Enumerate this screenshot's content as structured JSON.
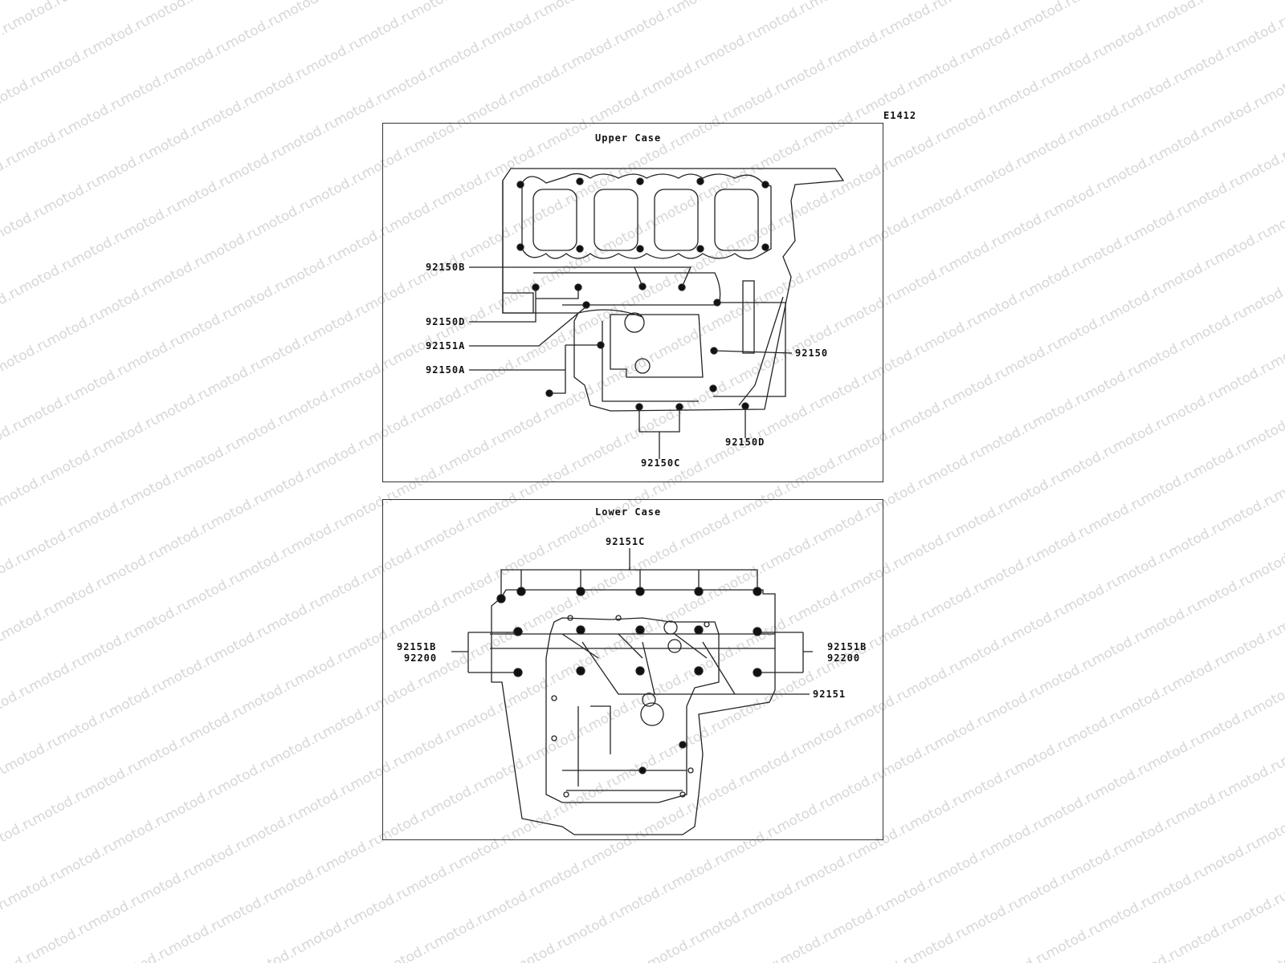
{
  "diagram_code": "E1412",
  "watermark": "motod.ru",
  "upper_case": {
    "title": "Upper Case",
    "labels": {
      "l1": "92150B",
      "l2": "92150D",
      "l3": "92151A",
      "l4": "92150A",
      "l5": "92150",
      "l6": "92150D",
      "l7": "92150C"
    }
  },
  "lower_case": {
    "title": "Lower Case",
    "labels": {
      "top": "92151C",
      "left_a": "92151B",
      "left_b": "92200",
      "right_a": "92151B",
      "right_b": "92200",
      "mid": "92151"
    }
  }
}
